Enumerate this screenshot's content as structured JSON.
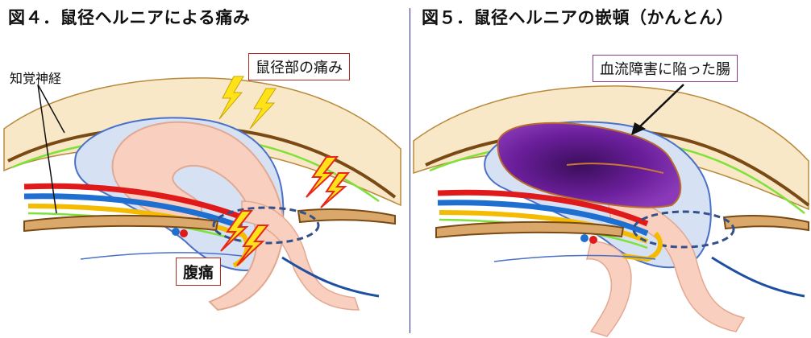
{
  "left_panel": {
    "title": "図４．鼠径ヘルニアによる痛み",
    "label_nerve": "知覚神経",
    "label_groin_pain": "鼠径部の痛み",
    "label_abdominal_pain": "腹痛"
  },
  "right_panel": {
    "title": "図５．鼠径ヘルニアの嵌頓（かんとん）",
    "label_ischemic_bowel": "血流障害に陥った腸"
  },
  "colors": {
    "skin": "#f8e8c8",
    "skin_outline": "#b88a3c",
    "muscle": "#7a4a14",
    "muscle_fill": "#d9a86a",
    "nerve": "#7fe23a",
    "peritoneum": "#4a70c8",
    "peritoneum_fill": "#d6e2f4",
    "bowel": "#f9d0bf",
    "bowel_outline": "#e2a890",
    "artery": "#e01a1a",
    "vein": "#1f6fd0",
    "vas": "#f5bb00",
    "ring": "#33508a",
    "lightning": "#ffe21a",
    "lightning_red": "#e8261a",
    "strangulated": "#6a1e9a",
    "callout_border_red": "#b02a2a",
    "callout_border_purple": "#8a3a8a",
    "divider": "#2d2db0"
  }
}
